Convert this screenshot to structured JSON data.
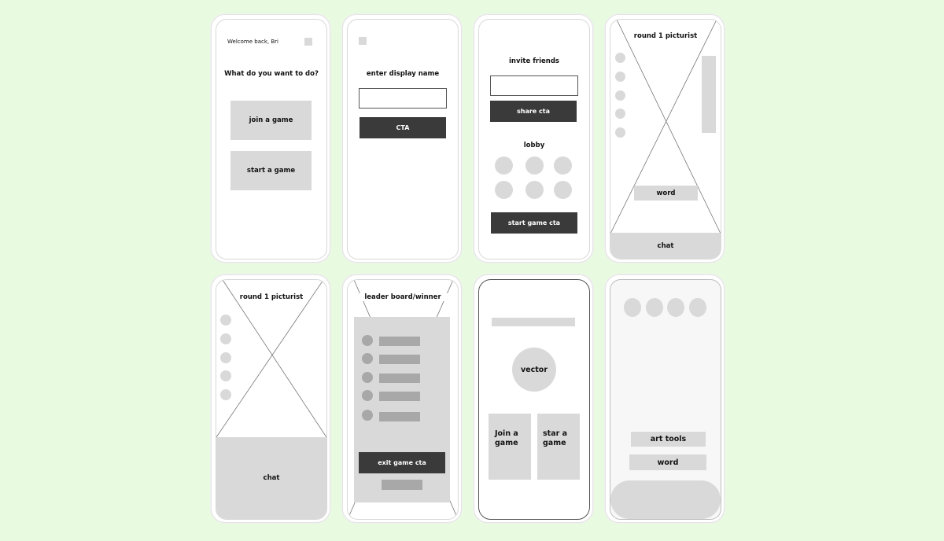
{
  "screens": {
    "s1": {
      "welcome": "Welcome back, Bri",
      "question": "What do you want to do?",
      "join_label": "join a game",
      "start_label": "start a game"
    },
    "s2": {
      "title": "enter display name",
      "cta_label": "CTA"
    },
    "s3": {
      "title": "invite friends",
      "share_label": "share cta",
      "lobby_label": "lobby",
      "start_label": "start game cta"
    },
    "s4": {
      "title": "round 1 picturist",
      "word_label": "word",
      "chat_label": "chat"
    },
    "s5": {
      "title": "round 1 picturist",
      "chat_label": "chat"
    },
    "s6": {
      "title": "leader board/winner",
      "exit_label": "exit game cta"
    },
    "s7": {
      "vector_label": "vector",
      "join_label": "Join a game",
      "start_label": "star a game"
    },
    "s8": {
      "art_tools_label": "art tools",
      "word_label": "word"
    }
  },
  "colors": {
    "background": "#e8fbe0",
    "placeholder": "#d9d9d9",
    "dark_button": "#3a3a3a"
  }
}
